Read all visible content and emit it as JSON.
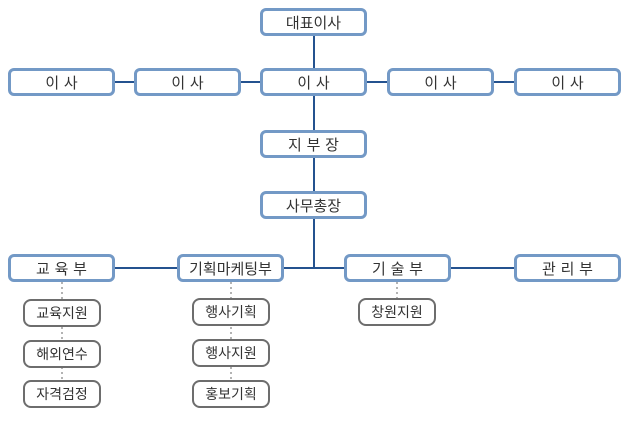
{
  "org": {
    "ceo": "대표이사",
    "directors": [
      "이 사",
      "이 사",
      "이 사",
      "이 사",
      "이 사"
    ],
    "branch_manager": "지 부 장",
    "secretary_general": "사무총장",
    "departments": [
      {
        "label": "교 육 부",
        "teams": [
          "교육지원",
          "해외연수",
          "자격검정"
        ]
      },
      {
        "label": "기획마케팅부",
        "teams": [
          "행사기획",
          "행사지원",
          "홍보기획"
        ]
      },
      {
        "label": "기 술 부",
        "teams": [
          "창원지원"
        ]
      },
      {
        "label": "관 리 부",
        "teams": []
      }
    ]
  },
  "colors": {
    "primary_border": "#7399c6",
    "sub_border": "#6d6d6d",
    "connector": "#24528f",
    "dotted_connector": "#9a9a9a"
  }
}
